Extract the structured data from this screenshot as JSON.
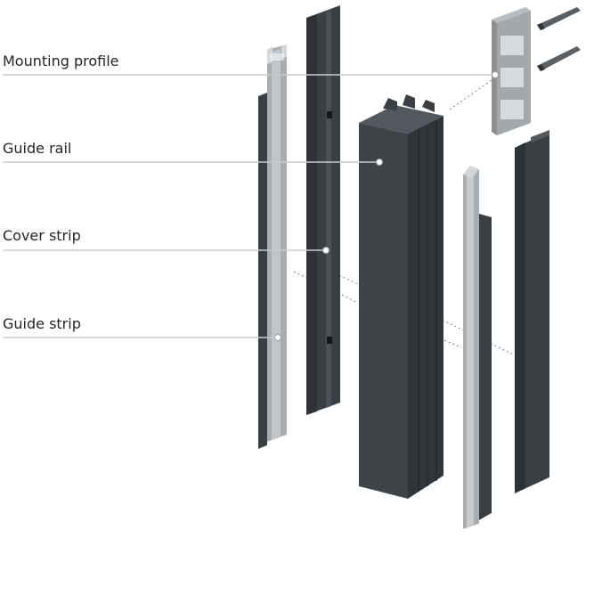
{
  "callouts": [
    {
      "id": "mounting-profile",
      "label": "Mounting profile"
    },
    {
      "id": "guide-rail",
      "label": "Guide rail"
    },
    {
      "id": "cover-strip",
      "label": "Cover strip"
    },
    {
      "id": "guide-strip",
      "label": "Guide strip"
    }
  ],
  "colors": {
    "profile_dark": "#3a3f43",
    "profile_mid": "#4a5055",
    "profile_edge": "#2a2e31",
    "aluminium": "#a9adb0",
    "aluminium_light": "#d4d7d9",
    "leader_line": "#c8cbcd",
    "text": "#222628"
  }
}
